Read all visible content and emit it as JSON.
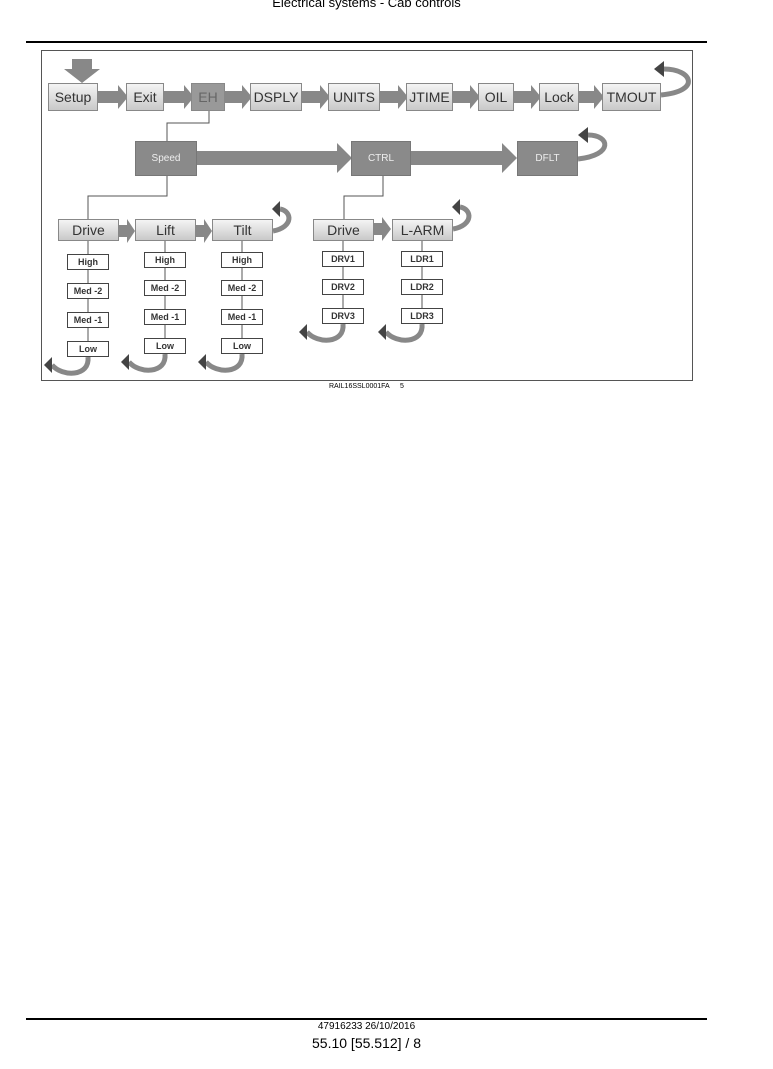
{
  "header": {
    "title": "Electrical systems - Cab controls"
  },
  "diagram": {
    "top_row": [
      "Setup",
      "Exit",
      "EH",
      "DSPLY",
      "UNITS",
      "JTIME",
      "OIL",
      "Lock",
      "TMOUT"
    ],
    "second_row": [
      "Speed",
      "CTRL",
      "DFLT"
    ],
    "speed_row": [
      "Drive",
      "Lift",
      "Tilt"
    ],
    "ctrl_row": [
      "Drive",
      "L-ARM"
    ],
    "speed_levels": [
      "High",
      "Med -2",
      "Med -1",
      "Low"
    ],
    "drive_levels": [
      "DRV1",
      "DRV2",
      "DRV3"
    ],
    "larm_levels": [
      "LDR1",
      "LDR2",
      "LDR3"
    ]
  },
  "caption": {
    "ref": "RAIL16SSL0001FA",
    "num": "5"
  },
  "footer": {
    "doc": "47916233 26/10/2016",
    "page": "55.10 [55.512] / 8"
  }
}
